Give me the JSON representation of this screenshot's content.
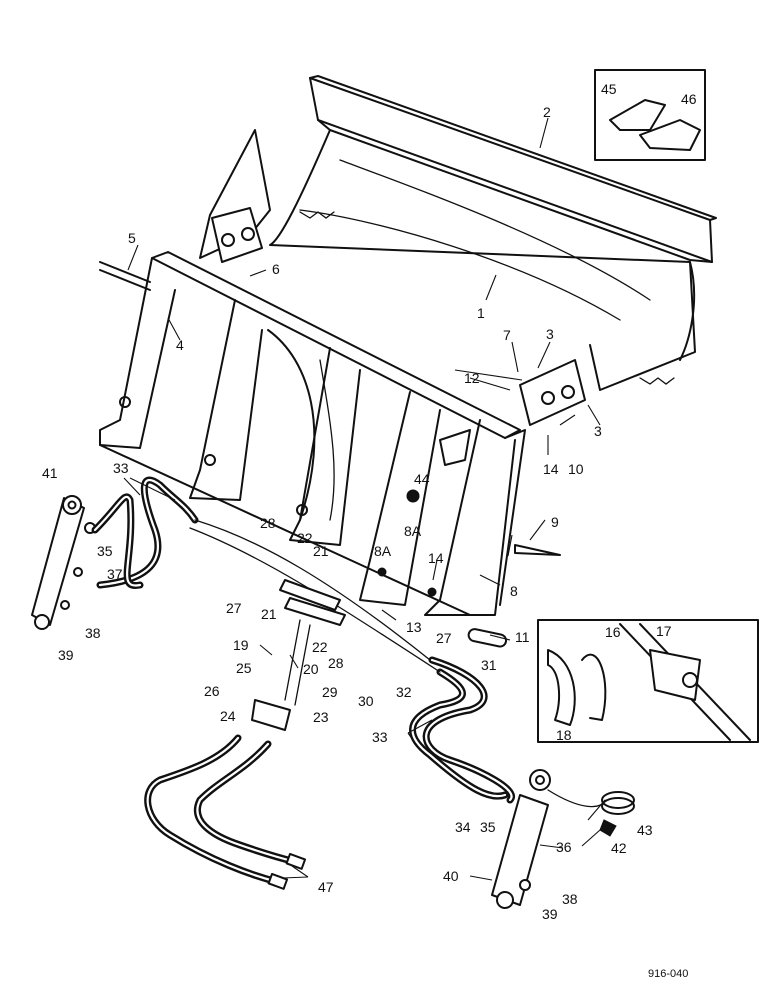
{
  "callouts": [
    "1",
    "2",
    "3",
    "3",
    "4",
    "5",
    "6",
    "7",
    "8",
    "8A",
    "8A",
    "9",
    "10",
    "11",
    "12",
    "13",
    "14",
    "14",
    "16",
    "17",
    "18",
    "19",
    "20",
    "21",
    "21",
    "22",
    "22",
    "23",
    "24",
    "25",
    "26",
    "27",
    "27",
    "28",
    "28",
    "29",
    "30",
    "31",
    "32",
    "33",
    "33",
    "34",
    "35",
    "35",
    "36",
    "37",
    "38",
    "38",
    "39",
    "39",
    "40",
    "41",
    "42",
    "43",
    "44",
    "45",
    "46",
    "47"
  ],
  "document_id": "916-040"
}
